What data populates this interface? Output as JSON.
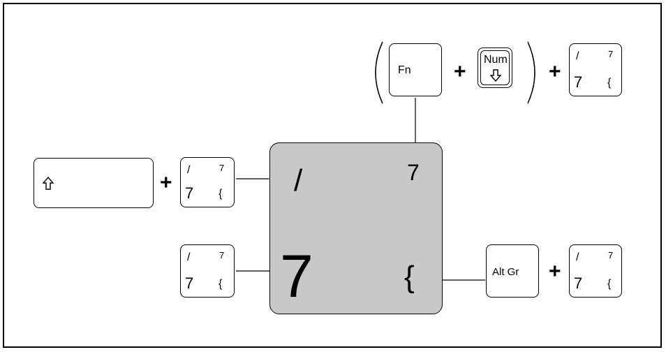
{
  "keys": {
    "fn_label": "Fn",
    "num_label": "Num",
    "altgr_label": "Alt Gr",
    "shift_icon": "shift-arrow-icon",
    "num_icon": "down-arrow-icon"
  },
  "key_7": {
    "top_left": "/",
    "top_right": "7",
    "bottom_left": "7",
    "bottom_right": "{"
  },
  "operator": "+",
  "enlarged_key": {
    "slash": "/",
    "seven_small": "7",
    "seven_large": "7",
    "brace": "{",
    "color": "#c8c8c8"
  }
}
